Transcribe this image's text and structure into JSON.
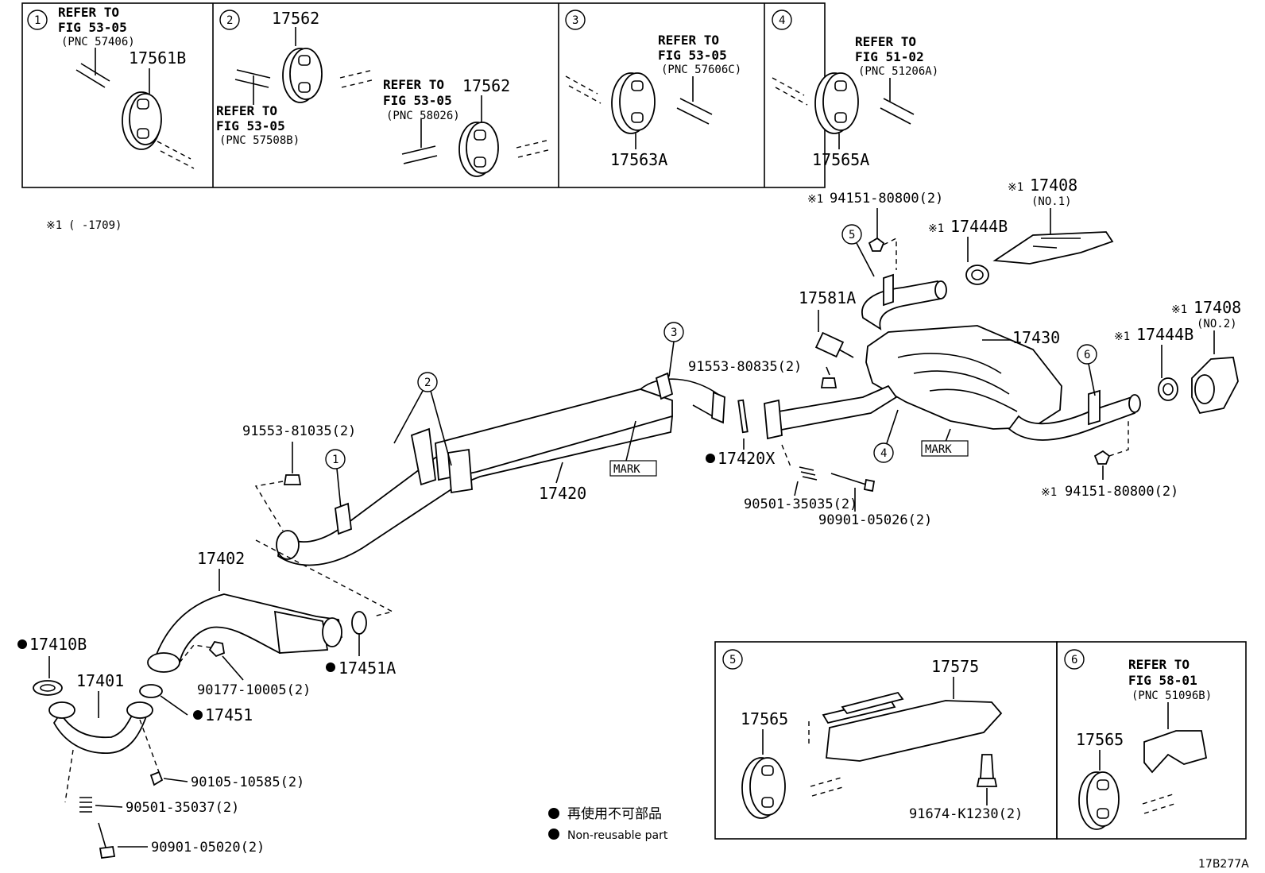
{
  "figure_code": "17B277A",
  "note_symbol": "※1",
  "note_range": "( -1709)",
  "inset_1": {
    "num": "1",
    "refer": [
      "REFER TO",
      "FIG 53-05",
      "(PNC 57406)"
    ],
    "part": "17561B"
  },
  "inset_2": {
    "num": "2",
    "part_a": "17562",
    "refer_a": [
      "REFER TO",
      "FIG 53-05",
      "(PNC 57508B)"
    ],
    "part_b": "17562",
    "refer_b": [
      "REFER TO",
      "FIG 53-05",
      "(PNC 58026)"
    ]
  },
  "inset_3": {
    "num": "3",
    "refer": [
      "REFER TO",
      "FIG 53-05",
      "(PNC 57606C)"
    ],
    "part": "17563A"
  },
  "inset_4": {
    "num": "4",
    "refer": [
      "REFER TO",
      "FIG 51-02",
      "(PNC 51206A)"
    ],
    "part": "17565A"
  },
  "inset_5": {
    "num": "5",
    "parts": [
      "17575",
      "17565",
      "91674-K1230(2)"
    ]
  },
  "inset_6": {
    "num": "6",
    "refer": [
      "REFER TO",
      "FIG 58-01",
      "(PNC 51096B)"
    ],
    "part": "17565"
  },
  "main_labels": {
    "p94151_top": "94151-80800(2)",
    "p17408_no1": "17408",
    "no1": "(NO.1)",
    "p17444B_top": "17444B",
    "p17581A": "17581A",
    "p17430": "17430",
    "p17408_no2": "17408",
    "no2": "(NO.2)",
    "p17444B_right": "17444B",
    "p91553_80835": "91553-80835(2)",
    "p91553_81035": "91553-81035(2)",
    "p17420": "17420",
    "p17420X": "17420X",
    "mark1": "MARK",
    "mark2": "MARK",
    "p90501_35035": "90501-35035(2)",
    "p90901_05026": "90901-05026(2)",
    "p94151_bottom": "94151-80800(2)",
    "p17402": "17402",
    "p17410B": "17410B",
    "p17401": "17401",
    "p17451A": "17451A",
    "p17451": "17451",
    "p90177": "90177-10005(2)",
    "p90105": "90105-10585(2)",
    "p90501_35037": "90501-35037(2)",
    "p90901_05020": "90901-05020(2)"
  },
  "callouts": [
    "1",
    "2",
    "3",
    "4",
    "5",
    "6"
  ],
  "legend": {
    "jp": "再使用不可部品",
    "en": "Non-reusable part"
  }
}
